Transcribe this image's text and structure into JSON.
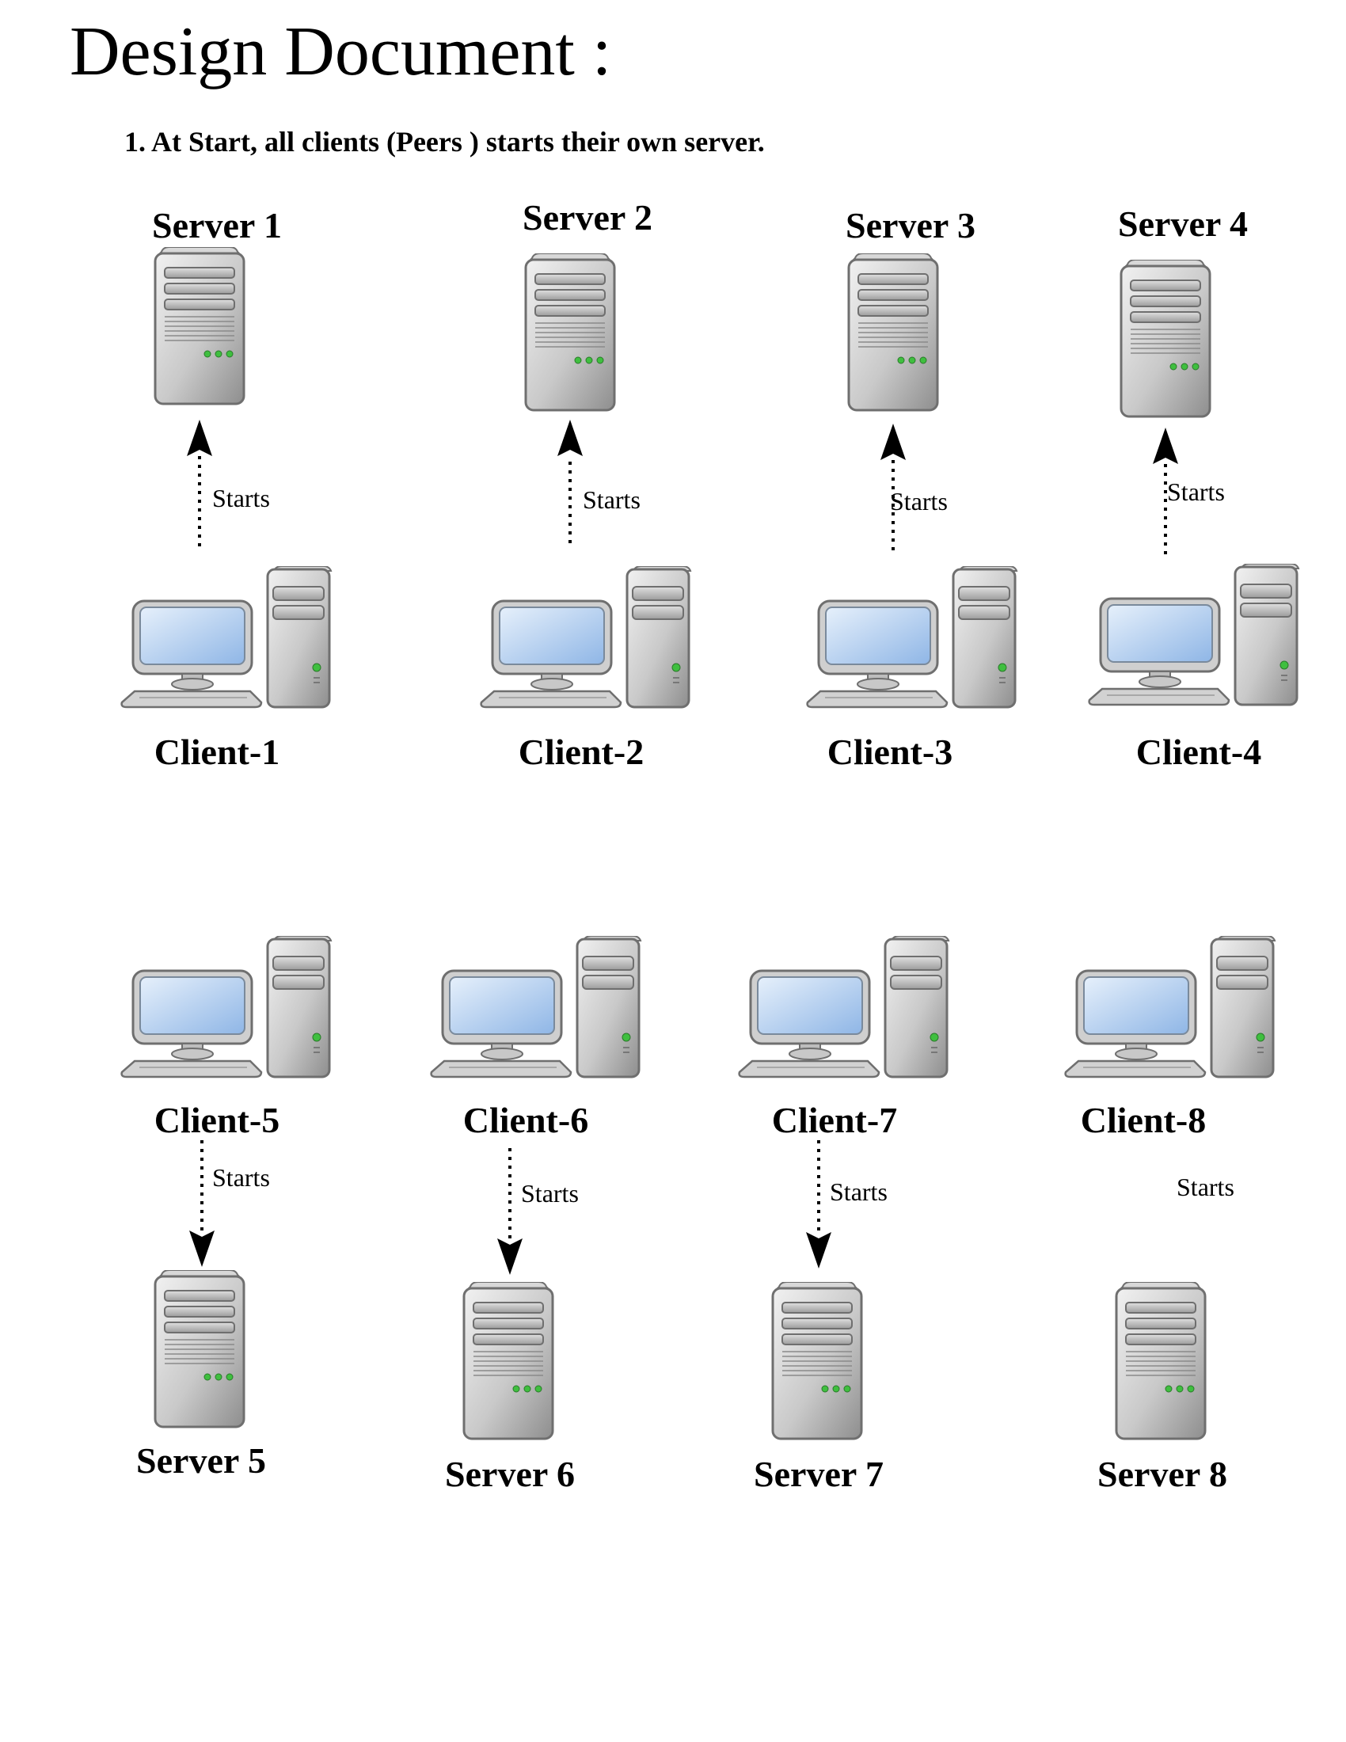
{
  "document": {
    "title": "Design Document :",
    "step_text": "1. At Start, all clients (Peers ) starts their own server."
  },
  "top_row": [
    {
      "client": "Client-1",
      "server": "Server 1",
      "arrow_label": "Starts",
      "arrow_shown": true
    },
    {
      "client": "Client-2",
      "server": "Server 2",
      "arrow_label": "Starts",
      "arrow_shown": true
    },
    {
      "client": "Client-3",
      "server": "Server 3",
      "arrow_label": "Starts",
      "arrow_shown": true
    },
    {
      "client": "Client-4",
      "server": "Server 4",
      "arrow_label": "Starts",
      "arrow_shown": true
    }
  ],
  "bottom_row": [
    {
      "client": "Client-5",
      "server": "Server 5",
      "arrow_label": "Starts",
      "arrow_shown": true
    },
    {
      "client": "Client-6",
      "server": "Server 6",
      "arrow_label": "Starts",
      "arrow_shown": true
    },
    {
      "client": "Client-7",
      "server": "Server 7",
      "arrow_label": "Starts",
      "arrow_shown": true
    },
    {
      "client": "Client-8",
      "server": "Server 8",
      "arrow_label": "Starts",
      "arrow_shown": false
    }
  ],
  "colors": {
    "case_body": "#c6c6c6",
    "case_edge": "#6f6f6f",
    "screen": "#a9c9ee",
    "led": "#3fbf3f"
  },
  "icons": {
    "server": "server-tower-icon",
    "client": "desktop-computer-icon"
  }
}
